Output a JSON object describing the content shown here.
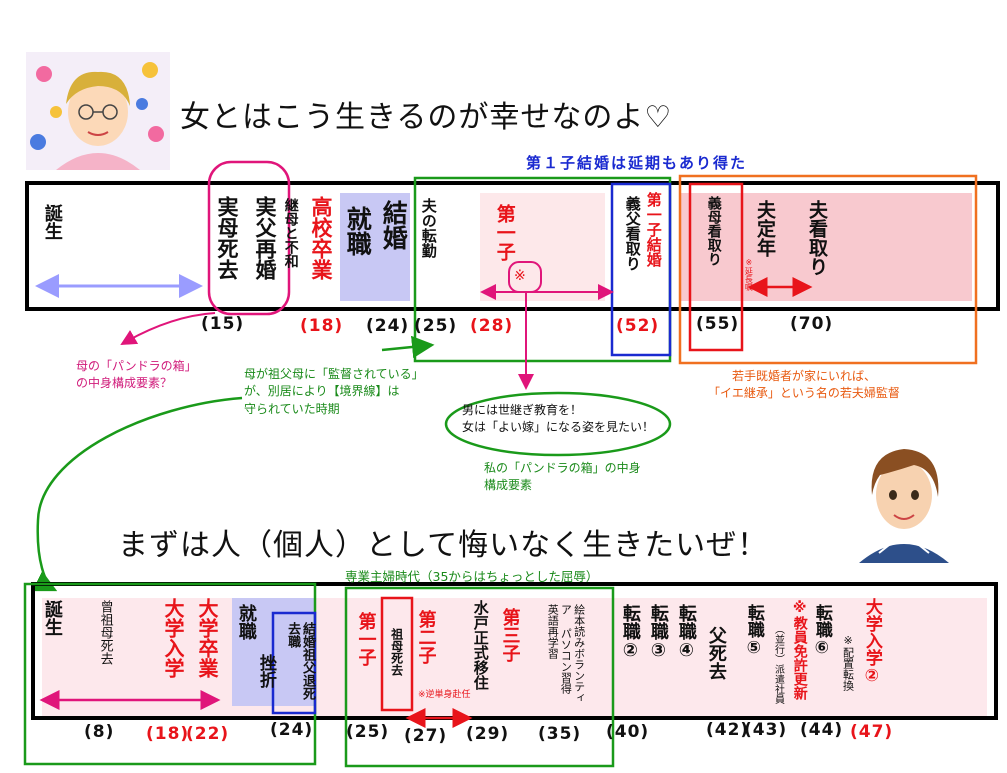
{
  "top": {
    "title": "女とはこう生きるのが幸せなのよ♡",
    "caption_blue": "第１子結婚は延期もあり得た",
    "cells": {
      "birth": "誕生",
      "mother_death": "実母死去",
      "father_remarry": "実父再婚",
      "stepmother": "継母と不和",
      "hs_grad": "高校卒業",
      "job": "就職",
      "marry": "結婚",
      "transfer": "夫の転勤",
      "first_child": "第一子",
      "mark": "※",
      "father_care": "義父看取り",
      "child_marry": "第一子結婚",
      "mother_care": "義母看取り",
      "retire": "夫定年",
      "retire_note": "※延長嘱",
      "husband_care": "夫看取り"
    },
    "ages": [
      "(15)",
      "(18)",
      "(24)",
      "(25)",
      "(28)",
      "(52)",
      "(55)",
      "(70)"
    ],
    "notes": {
      "pandora_mother": [
        "母の「パンドラの箱」",
        "の中身構成要素？"
      ],
      "watched": [
        "母が祖父母に「監督されている」",
        "が、別居により【境界線】は",
        "守られていた時期"
      ],
      "bubble": [
        "男には世継ぎ教育を！",
        "女は「よい嫁」になる姿を見たい！"
      ],
      "pandora_mine": [
        "私の「パンドラの箱」の中身",
        "構成要素"
      ],
      "orange": [
        "若手既婚者が家にいれば、",
        "「イエ継承」という名の若夫婦監督"
      ]
    }
  },
  "bottom": {
    "title": "まずは人（個人）として悔いなく生きたいぜ！",
    "caption_green": "専業主婦時代（35からはちょっとした屈辱）",
    "cells": {
      "birth": "誕生",
      "great_gm_death": "曾祖母死去",
      "univ_in": "大学入学",
      "univ_out": "大学卒業",
      "job": "就職",
      "setsu": "挫折",
      "blue_box": "結婚祖父退死去職",
      "first_child": "第一子",
      "gm_death": "祖母死去",
      "second_child": "第二子",
      "note_transfer": "※逆単身赴任",
      "mito": "水戸正式移住",
      "third_child": "第三子",
      "hobbies": "絵本読みボランティア パソコン習得 英語再学習",
      "t2": "転職②",
      "t3": "転職③",
      "t4": "転職④",
      "father_death": "父死去",
      "t5": "転職⑤",
      "haken": "（並行）派遣社員",
      "license": "※教員免許更新",
      "t6": "転職⑥",
      "haichi": "※配置転換",
      "univ2": "大学入学②"
    },
    "ages": [
      "(8)",
      "(18)",
      "(22)",
      "(24)",
      "(25)",
      "(27)",
      "(29)",
      "(35)",
      "(40)",
      "(42)",
      "(43)",
      "(44)",
      "(47)"
    ]
  }
}
